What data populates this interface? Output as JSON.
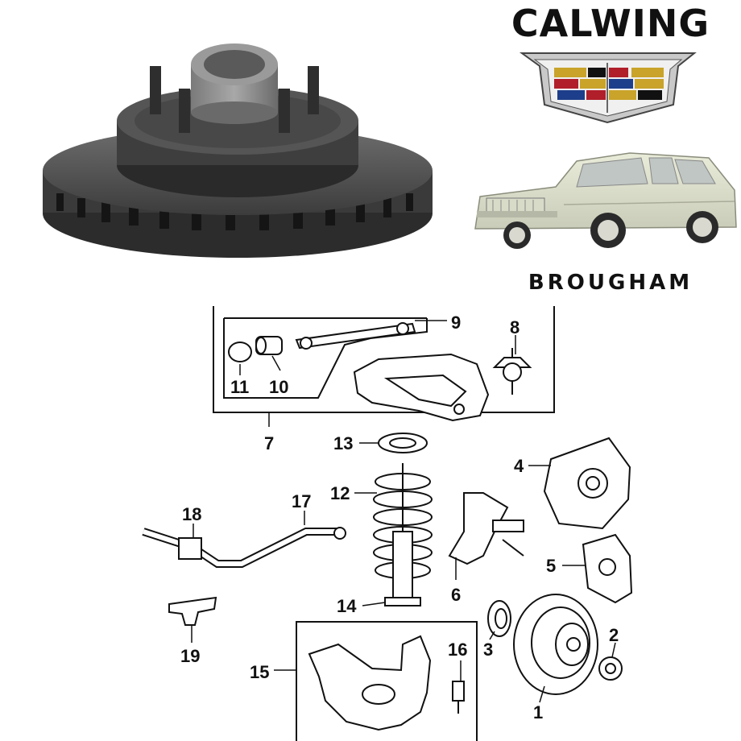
{
  "brand": "CALWING",
  "model": "BROUGHAM",
  "callouts": [
    "1",
    "2",
    "3",
    "4",
    "5",
    "6",
    "7",
    "8",
    "9",
    "10",
    "11",
    "12",
    "13",
    "14",
    "15",
    "16",
    "17",
    "18",
    "19"
  ]
}
